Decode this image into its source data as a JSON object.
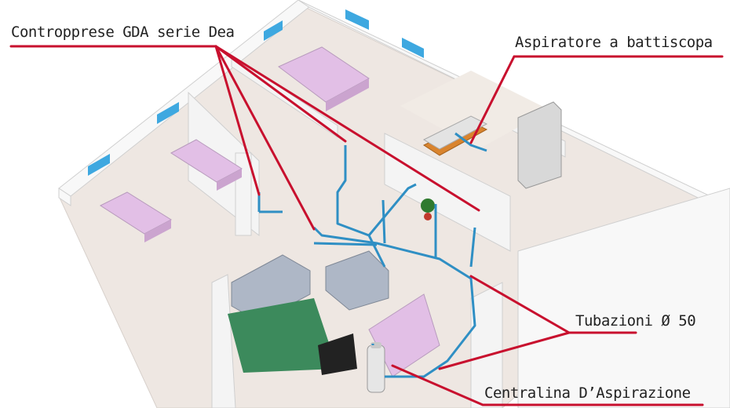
{
  "labels": {
    "contropprese": "Contropprese GDA serie Dea",
    "aspiratore": "Aspiratore a battiscopa",
    "tubazioni": "Tubazioni Ø 50",
    "centralina": "Centralina D’Aspirazione"
  },
  "colors": {
    "leader_line": "#c8102e",
    "pipe": "#2f8fc4",
    "floor": "#efe8e4",
    "wall": "#ffffff",
    "bed": "#e2bfe6",
    "sofa": "#aeb7c6",
    "green_rug": "#3c8a5c"
  }
}
